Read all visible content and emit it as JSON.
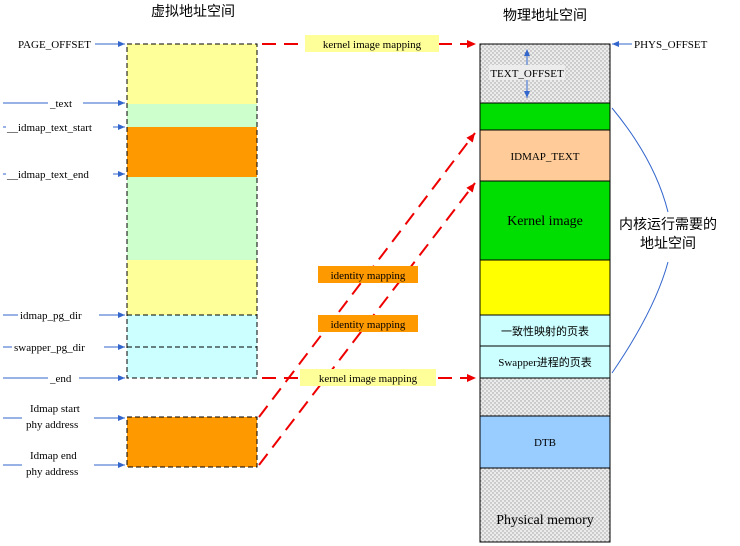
{
  "titles": {
    "virtual": "虚拟地址空间",
    "physical": "物理地址空间"
  },
  "left_labels": {
    "page_offset": "PAGE_OFFSET",
    "text": "_text",
    "idmap_text_start": "__idmap_text_start",
    "idmap_text_end": "__idmap_text_end",
    "idmap_pg_dir": "idmap_pg_dir",
    "swapper_pg_dir": "swapper_pg_dir",
    "end": "_end",
    "idmap_start_1": "Idmap start",
    "idmap_start_2": "phy address",
    "idmap_end_1": "Idmap end",
    "idmap_end_2": "phy address"
  },
  "right_labels": {
    "phys_offset": "PHYS_OFFSET",
    "text_offset": "TEXT_OFFSET",
    "idmap_text": "IDMAP_TEXT",
    "kernel_image": "Kernel image",
    "idmap_pgtable": "一致性映射的页表",
    "swapper_pgtable": "Swapper进程的页表",
    "dtb": "DTB",
    "physical_memory": "Physical memory",
    "kernel_space_note_1": "内核运行需要的",
    "kernel_space_note_2": "地址空间"
  },
  "mappings": {
    "kernel_top": "kernel image mapping",
    "identity_1": "identity mapping",
    "identity_2": "identity mapping",
    "kernel_bottom": "kernel image mapping"
  },
  "colors": {
    "light_yellow": "#ffff99",
    "light_green": "#ccffcc",
    "orange": "#ff9900",
    "light_cyan": "#ccffff",
    "bright_green": "#00dd00",
    "peach": "#ffcc99",
    "yellow": "#ffff00",
    "blue": "#99ccff",
    "grey_hatch": "#dddddd",
    "arrow_red": "#ee0000",
    "arrow_blue": "#3366cc",
    "mapping_label_yellow": "#ffff99",
    "mapping_label_orange": "#ff9900"
  }
}
